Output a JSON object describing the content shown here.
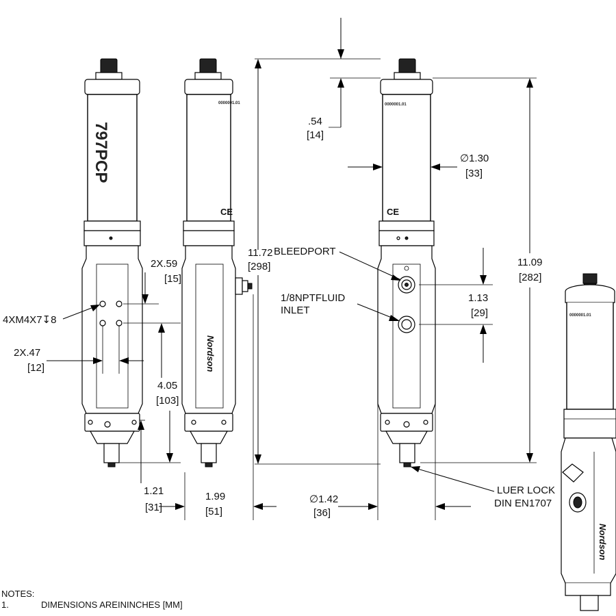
{
  "model_marking": "797PCP",
  "part_marking": "0000001.01",
  "ce_mark": "CE",
  "dimensions": {
    "overall_length": {
      "in": "11.72",
      "mm": "[298]"
    },
    "body_length": {
      "in": "11.09",
      "mm": "[282]"
    },
    "top_offset": {
      "in": ".54",
      "mm": "[14]"
    },
    "cap_diameter": {
      "in": "∅1.30",
      "mm": "[33]"
    },
    "body_diameter": {
      "in": "∅1.42",
      "mm": "[36]"
    },
    "port_spacing": {
      "in": "1.13",
      "mm": "[29]"
    },
    "hole_vertical": {
      "in": "2X.59",
      "mm": "[15]"
    },
    "hole_horizontal": {
      "in": "2X.47",
      "mm": "[12]"
    },
    "hole_height": {
      "in": "4.05",
      "mm": "[103]"
    },
    "bottom_offset": {
      "in": "1.21",
      "mm": "[31]"
    },
    "side_width": {
      "in": "1.99",
      "mm": "[51]"
    }
  },
  "callouts": {
    "mount_holes": "4XM4X7↧8",
    "bleed_port": "BLEEDPORT",
    "fluid_inlet_line1": "1/8NPTFLUID",
    "fluid_inlet_line2": "INLET",
    "luer_line1": "LUER LOCK",
    "luer_line2": "DIN EN1707"
  },
  "notes": {
    "heading": "NOTES:",
    "items": [
      {
        "num": "1.",
        "text": "DIMENSIONS AREININCHES [MM]"
      }
    ]
  }
}
